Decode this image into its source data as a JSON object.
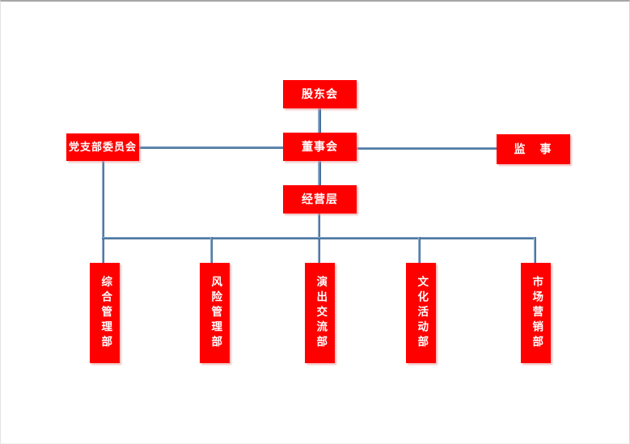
{
  "colors": {
    "node_fill": "#ff0000",
    "node_text": "#ffffff",
    "connector_blue": "#44729e",
    "page_background": "#ffffff"
  },
  "chart": {
    "type": "org-chart",
    "nodes": {
      "shareholders": {
        "label": "股东会"
      },
      "party_branch": {
        "label": "党支部委员会"
      },
      "board": {
        "label": "董事会"
      },
      "supervisor": {
        "label": "监　事"
      },
      "management": {
        "label": "经营层"
      }
    },
    "departments": [
      {
        "label": "综合管理部"
      },
      {
        "label": "风险管理部"
      },
      {
        "label": "演出交流部"
      },
      {
        "label": "文化活动部"
      },
      {
        "label": "市场营销部"
      }
    ]
  }
}
